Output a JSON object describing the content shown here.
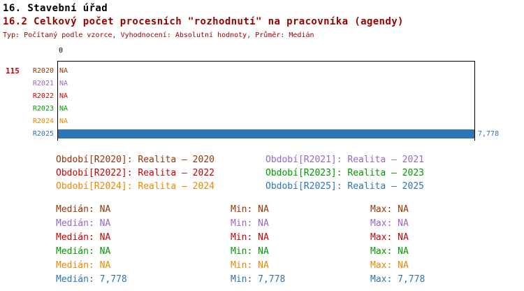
{
  "header": {
    "title1": "16. Stavební úřad",
    "title2": "16.2 Celkový počet procesních \"rozhodnutí\" na pracovníka (agendy)",
    "subtitle": "Typ: Počítaný podle vzorce, Vyhodnocení: Absolutní hodnoty, Průměr: Medián"
  },
  "chart": {
    "record_count": "115",
    "axis_zero": "0",
    "rows": [
      {
        "label": "R2020",
        "value": "NA",
        "color": "#993300",
        "has_bar": false
      },
      {
        "label": "R2021",
        "value": "NA",
        "color": "#9966CC",
        "has_bar": false
      },
      {
        "label": "R2022",
        "value": "NA",
        "color": "#CC0000",
        "has_bar": false
      },
      {
        "label": "R2023",
        "value": "NA",
        "color": "#009900",
        "has_bar": false
      },
      {
        "label": "R2024",
        "value": "NA",
        "color": "#EE8800",
        "has_bar": false
      },
      {
        "label": "R2025",
        "value": "7,778",
        "color": "#2E75B6",
        "has_bar": true
      }
    ]
  },
  "legend": {
    "items": [
      {
        "label": "Období[R2020]: Realita – 2020",
        "year": "2020"
      },
      {
        "label": "Období[R2021]: Realita – 2021",
        "year": "2021"
      },
      {
        "label": "Období[R2022]: Realita – 2022",
        "year": "2022"
      },
      {
        "label": "Období[R2023]: Realita – 2023",
        "year": "2023"
      },
      {
        "label": "Období[R2024]: Realita – 2024",
        "year": "2024"
      },
      {
        "label": "Období[R2025]: Realita – 2025",
        "year": "2025"
      }
    ]
  },
  "stats": {
    "rows": [
      {
        "year": "2020",
        "median": "Medián: NA",
        "min": "Min: NA",
        "max": "Max: NA"
      },
      {
        "year": "2021",
        "median": "Medián: NA",
        "min": "Min: NA",
        "max": "Max: NA"
      },
      {
        "year": "2022",
        "median": "Medián: NA",
        "min": "Min: NA",
        "max": "Max: NA"
      },
      {
        "year": "2023",
        "median": "Medián: NA",
        "min": "Min: NA",
        "max": "Max: NA"
      },
      {
        "year": "2024",
        "median": "Medián: NA",
        "min": "Min: NA",
        "max": "Max: NA"
      },
      {
        "year": "2025",
        "median": "Medián: 7,778",
        "min": "Min: 7,778",
        "max": "Max: 7,778"
      }
    ]
  },
  "chart_data": {
    "type": "bar",
    "orientation": "horizontal",
    "title": "16.2 Celkový počet procesních \"rozhodnutí\" na pracovníka (agendy)",
    "subtitle": "Typ: Počítaný podle vzorce, Vyhodnocení: Absolutní hodnoty, Průměr: Medián",
    "section_title": "16. Stavební úřad",
    "categories": [
      "R2020",
      "R2021",
      "R2022",
      "R2023",
      "R2024",
      "R2025"
    ],
    "values": [
      null,
      null,
      null,
      null,
      null,
      7.778
    ],
    "value_labels": [
      "NA",
      "NA",
      "NA",
      "NA",
      "NA",
      "7,778"
    ],
    "series_names": [
      "Realita – 2020",
      "Realita – 2021",
      "Realita – 2022",
      "Realita – 2023",
      "Realita – 2024",
      "Realita – 2025"
    ],
    "colors": [
      "#993300",
      "#9966CC",
      "#CC0000",
      "#009900",
      "#EE8800",
      "#2E75B6"
    ],
    "xlim": [
      0,
      7.778
    ],
    "x_ticks": [
      "0"
    ],
    "record_count": 115,
    "grid": false,
    "legend_position": "below",
    "stats_table": [
      {
        "median": "NA",
        "min": "NA",
        "max": "NA"
      },
      {
        "median": "NA",
        "min": "NA",
        "max": "NA"
      },
      {
        "median": "NA",
        "min": "NA",
        "max": "NA"
      },
      {
        "median": "NA",
        "min": "NA",
        "max": "NA"
      },
      {
        "median": "NA",
        "min": "NA",
        "max": "NA"
      },
      {
        "median": "7,778",
        "min": "7,778",
        "max": "7,778"
      }
    ]
  }
}
